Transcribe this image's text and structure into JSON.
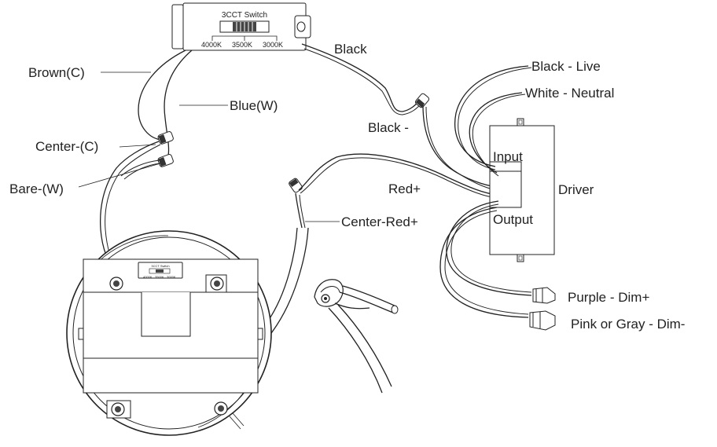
{
  "switch": {
    "title": "3CCT Switch",
    "positions": [
      "4000K",
      "3500K",
      "3000K"
    ],
    "small_title": "3CCT Switch",
    "small_positions": [
      "4000K",
      "3500K",
      "3000K"
    ]
  },
  "labels": {
    "brown": "Brown(C)",
    "black_top": "Black",
    "blue": "Blue(W)",
    "center": "Center-(C)",
    "bare": "Bare-(W)",
    "black_minus": "Black -",
    "red_plus": "Red+",
    "center_red": "Center-Red+",
    "black_live": "Black - Live",
    "white_neutral": "White - Neutral",
    "driver": "Driver",
    "purple": "Purple - Dim+",
    "pink_gray": "Pink or Gray - Dim-"
  },
  "driver": {
    "input_label": "Input",
    "output_label": "Output"
  }
}
